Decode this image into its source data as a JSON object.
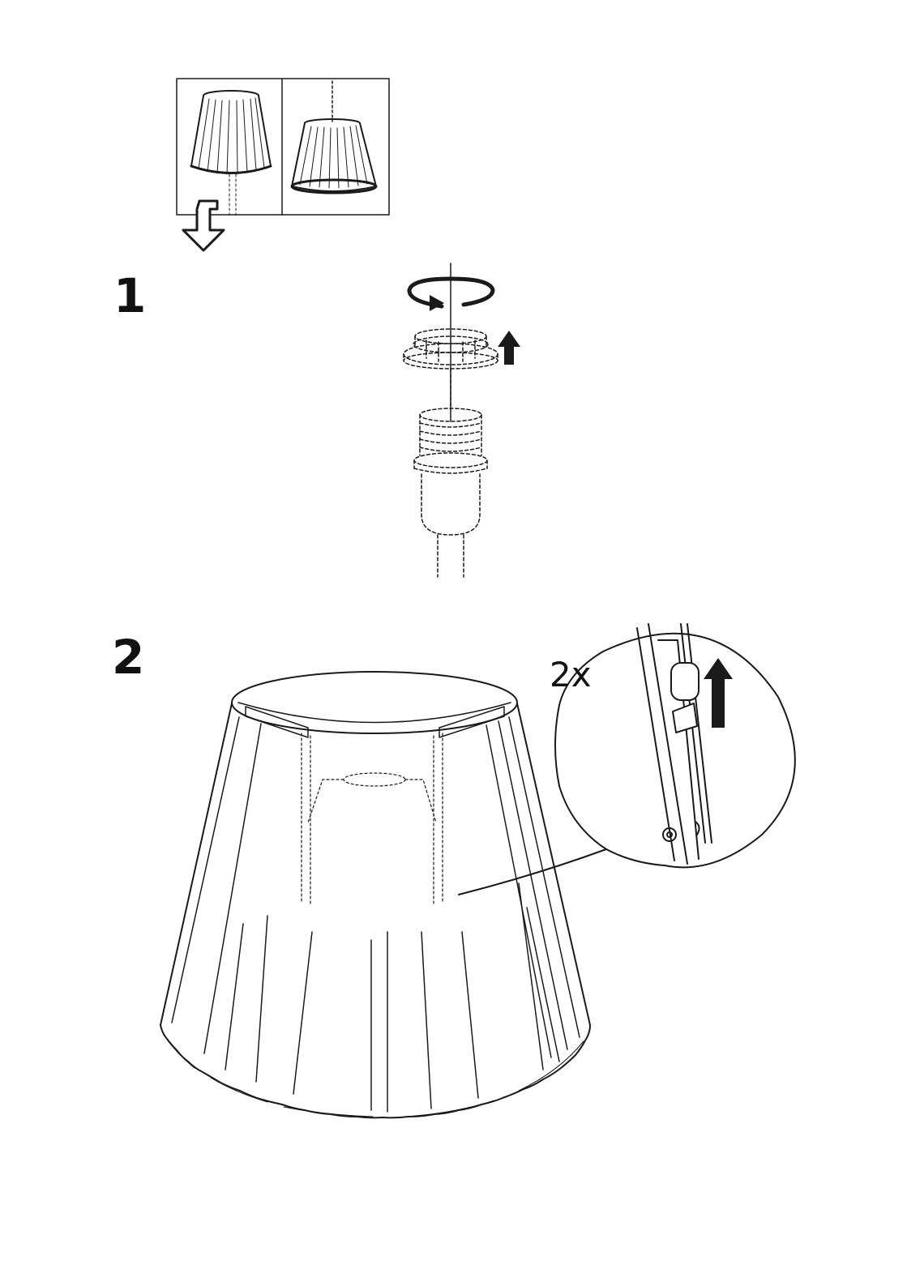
{
  "steps": [
    {
      "number": "1",
      "actions": [
        "rotate-icon",
        "up-arrow-icon"
      ]
    },
    {
      "number": "2",
      "quantity": "2x",
      "actions": [
        "up-arrow-icon"
      ]
    }
  ],
  "overview": {
    "icons": [
      "table-lamp-shade-icon",
      "pendant-lamp-shade-icon",
      "down-arrow-icon"
    ]
  }
}
